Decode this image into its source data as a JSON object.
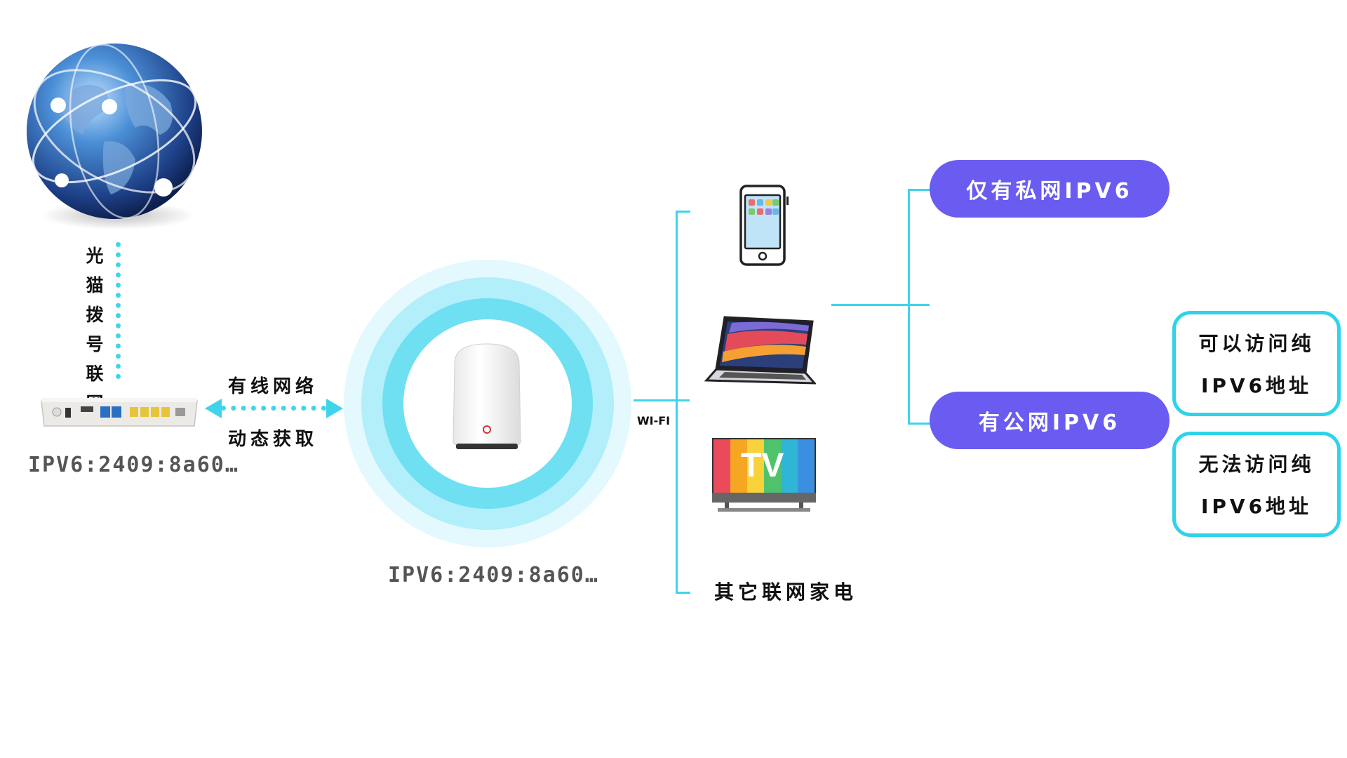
{
  "colors": {
    "cyan": "#3fd4ea",
    "purple": "#6a5cf0",
    "ring_light": "#d8f7fc",
    "ring_mid": "#9ee9f6",
    "ring_strong": "#63dcf1"
  },
  "icons": {
    "globe": "globe-icon",
    "modem": "modem-icon",
    "router": "router-icon",
    "phone": "phone-icon",
    "laptop": "laptop-icon",
    "tv": "tv-icon"
  },
  "modem": {
    "vertical_label": [
      "光",
      "猫",
      "拨",
      "号",
      "联",
      "网"
    ],
    "ipv6": "IPV6:2409:8a60…"
  },
  "link": {
    "line1": "有线网络",
    "line2": "动态获取"
  },
  "router": {
    "ipv6": "IPV6:2409:8a60…",
    "wifi_label": "WI-FI"
  },
  "devices": {
    "tv_text": "TV",
    "other_label": "其它联网家电"
  },
  "categories": {
    "private_only": "仅有私网IPV6",
    "public": "有公网IPV6"
  },
  "notes": {
    "can_line1": "可以访问纯",
    "can_line2": "IPV6地址",
    "cannot_line1": "无法访问纯",
    "cannot_line2": "IPV6地址"
  }
}
